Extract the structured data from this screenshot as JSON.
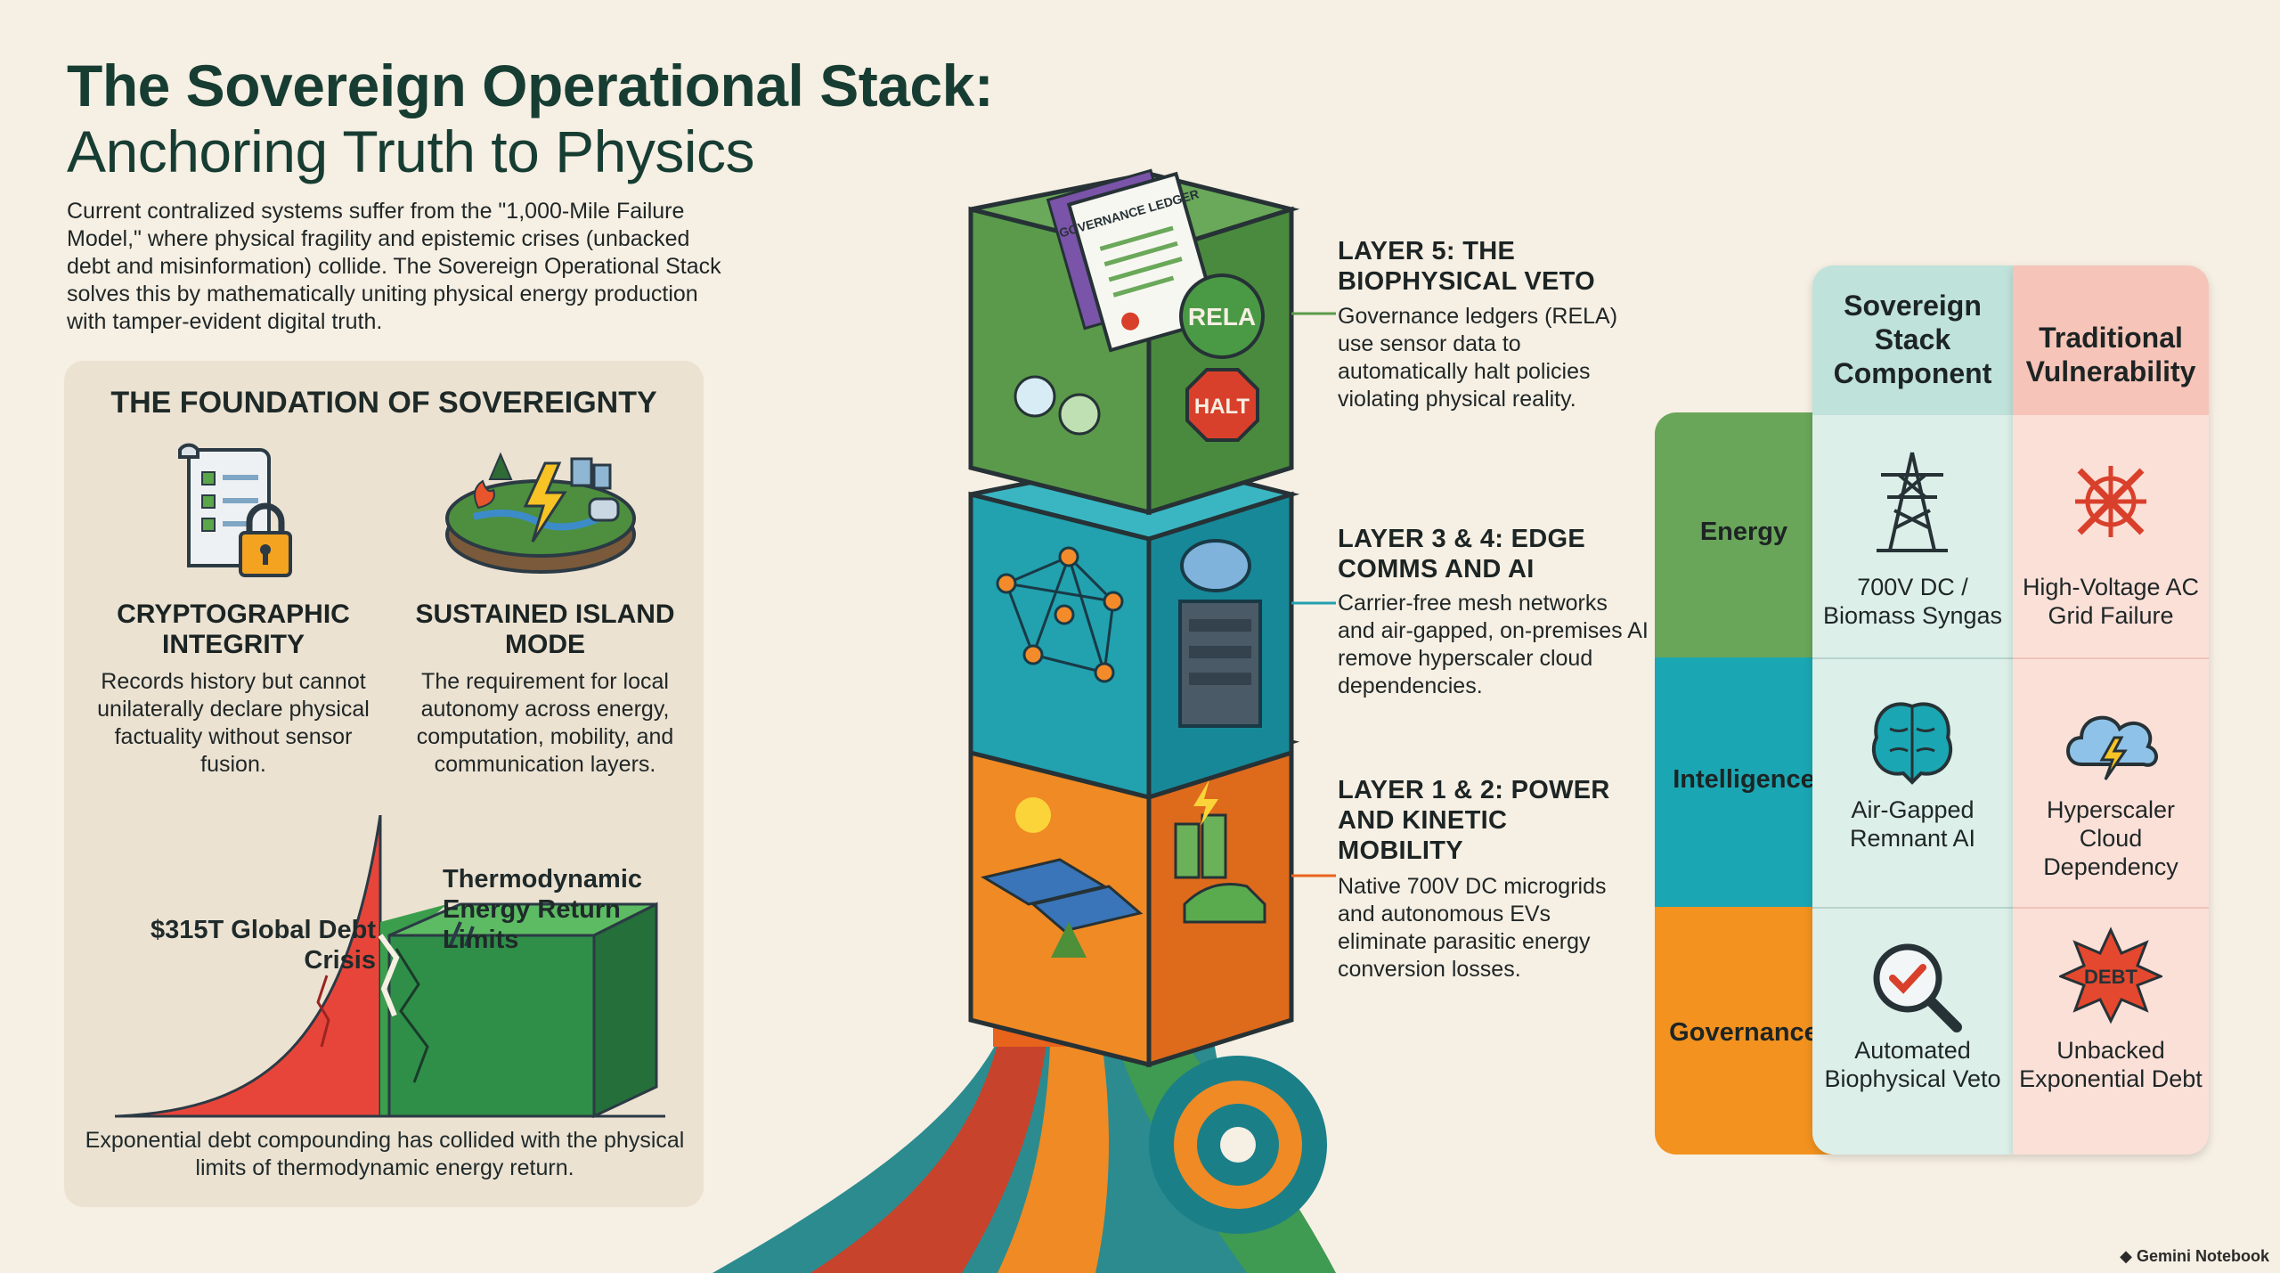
{
  "header": {
    "title_line1": "The Sovereign Operational Stack:",
    "title_line2": "Anchoring Truth to Physics",
    "intro": "Current contralized systems suffer from the \"1,000-Mile Failure Model,\" where physical fragility and epistemic crises (unbacked debt and misinformation) collide. The Sovereign Operational Stack solves this by mathematically uniting physical energy production with tamper-evident digital truth."
  },
  "foundation": {
    "title": "THE FOUNDATION OF SOVEREIGNTY",
    "crypto": {
      "heading": "CRYPTOGRAPHIC INTEGRITY",
      "body": "Records history but cannot unilaterally declare physical factuality without sensor fusion.",
      "icon": "document-lock-icon"
    },
    "island": {
      "heading": "SUSTAINED ISLAND MODE",
      "body": "The requirement for local autonomy across energy, computation, mobility, and communication layers.",
      "icon": "island-energy-icon"
    },
    "debt_label": "$315T Global Debt Crisis",
    "thermo_label": "Thermodynamic Energy Return Limits",
    "caption": "Exponential debt compounding has collided with the physical limits of thermodynamic energy return."
  },
  "stack": {
    "block_top": {
      "ledger_label": "GOVERNANCE LEDGER",
      "badge_rela": "RELA",
      "badge_halt": "HALT"
    }
  },
  "layers": [
    {
      "heading": "LAYER 5: THE BIOPHYSICAL VETO",
      "body": "Governance ledgers (RELA) use sensor data to automatically halt policies violating physical reality.",
      "color": "#5c9a4c"
    },
    {
      "heading": "LAYER 3 & 4: EDGE COMMS AND AI",
      "body": "Carrier-free mesh networks and air-gapped, on-premises AI remove hyperscaler cloud dependencies.",
      "color": "#1e9fae"
    },
    {
      "heading": "LAYER 1 & 2: POWER AND KINETIC MOBILITY",
      "body": "Native 700V DC microgrids and autonomous EVs eliminate parasitic energy conversion losses.",
      "color": "#ee7a22"
    }
  ],
  "table": {
    "col_sovereign": "Sovereign Stack Component",
    "col_traditional": "Traditional Vulnerability",
    "rows": [
      {
        "label": "Energy",
        "sovereign": "700V DC / Biomass Syngas",
        "traditional": "High-Voltage AC Grid Failure",
        "color": "#6aa65a",
        "sovereign_icon": "power-pylon-icon",
        "traditional_icon": "broken-grid-icon"
      },
      {
        "label": "Intelligence",
        "sovereign": "Air-Gapped Remnant AI",
        "traditional": "Hyperscaler Cloud Dependency",
        "color": "#1aa7b3",
        "sovereign_icon": "brain-icon",
        "traditional_icon": "storm-cloud-icon"
      },
      {
        "label": "Governance",
        "sovereign": "Automated Biophysical Veto",
        "traditional": "Unbacked Exponential Debt",
        "color": "#f3921f",
        "sovereign_icon": "magnifier-check-icon",
        "traditional_icon": "debt-burst-icon",
        "debt_text": "DEBT"
      }
    ]
  },
  "brand": "Gemini Notebook"
}
